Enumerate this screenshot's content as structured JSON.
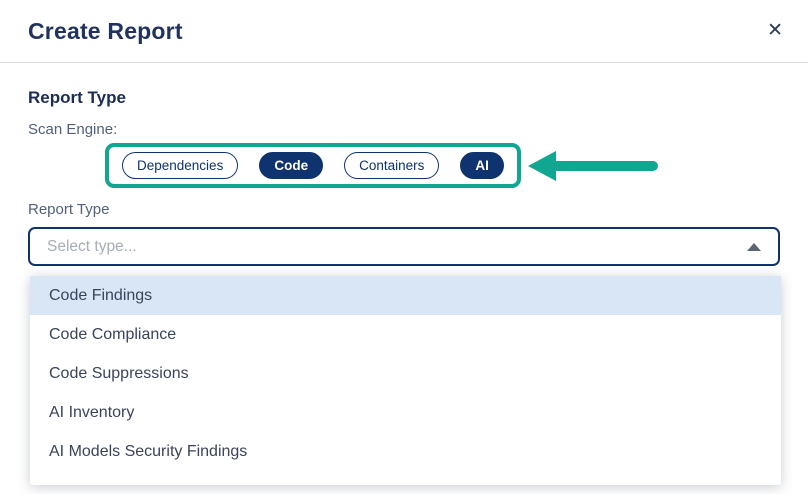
{
  "modal": {
    "title": "Create Report",
    "close_label": "✕"
  },
  "report_type_section": {
    "heading": "Report Type"
  },
  "scan_engine": {
    "label": "Scan Engine:",
    "pills": [
      {
        "label": "Dependencies",
        "selected": false
      },
      {
        "label": "Code",
        "selected": true
      },
      {
        "label": "Containers",
        "selected": false
      },
      {
        "label": "AI",
        "selected": true
      }
    ]
  },
  "report_type_field": {
    "label": "Report Type",
    "placeholder": "Select type...",
    "dropdown_options": [
      {
        "label": "Code Findings",
        "highlighted": true
      },
      {
        "label": "Code Compliance",
        "highlighted": false
      },
      {
        "label": "Code Suppressions",
        "highlighted": false
      },
      {
        "label": "AI Inventory",
        "highlighted": false
      },
      {
        "label": "AI Models Security Findings",
        "highlighted": false
      }
    ]
  },
  "annotation": {
    "shape": "highlight-box-with-left-arrow",
    "color": "#10A690"
  },
  "colors": {
    "navy_accent": "#0E336E",
    "title_navy": "#21325E",
    "teal_highlight": "#10A690",
    "option_highlight_bg": "#D9E6F6",
    "placeholder_gray": "#A6ADB8",
    "divider_gray": "#D9D9D9"
  }
}
